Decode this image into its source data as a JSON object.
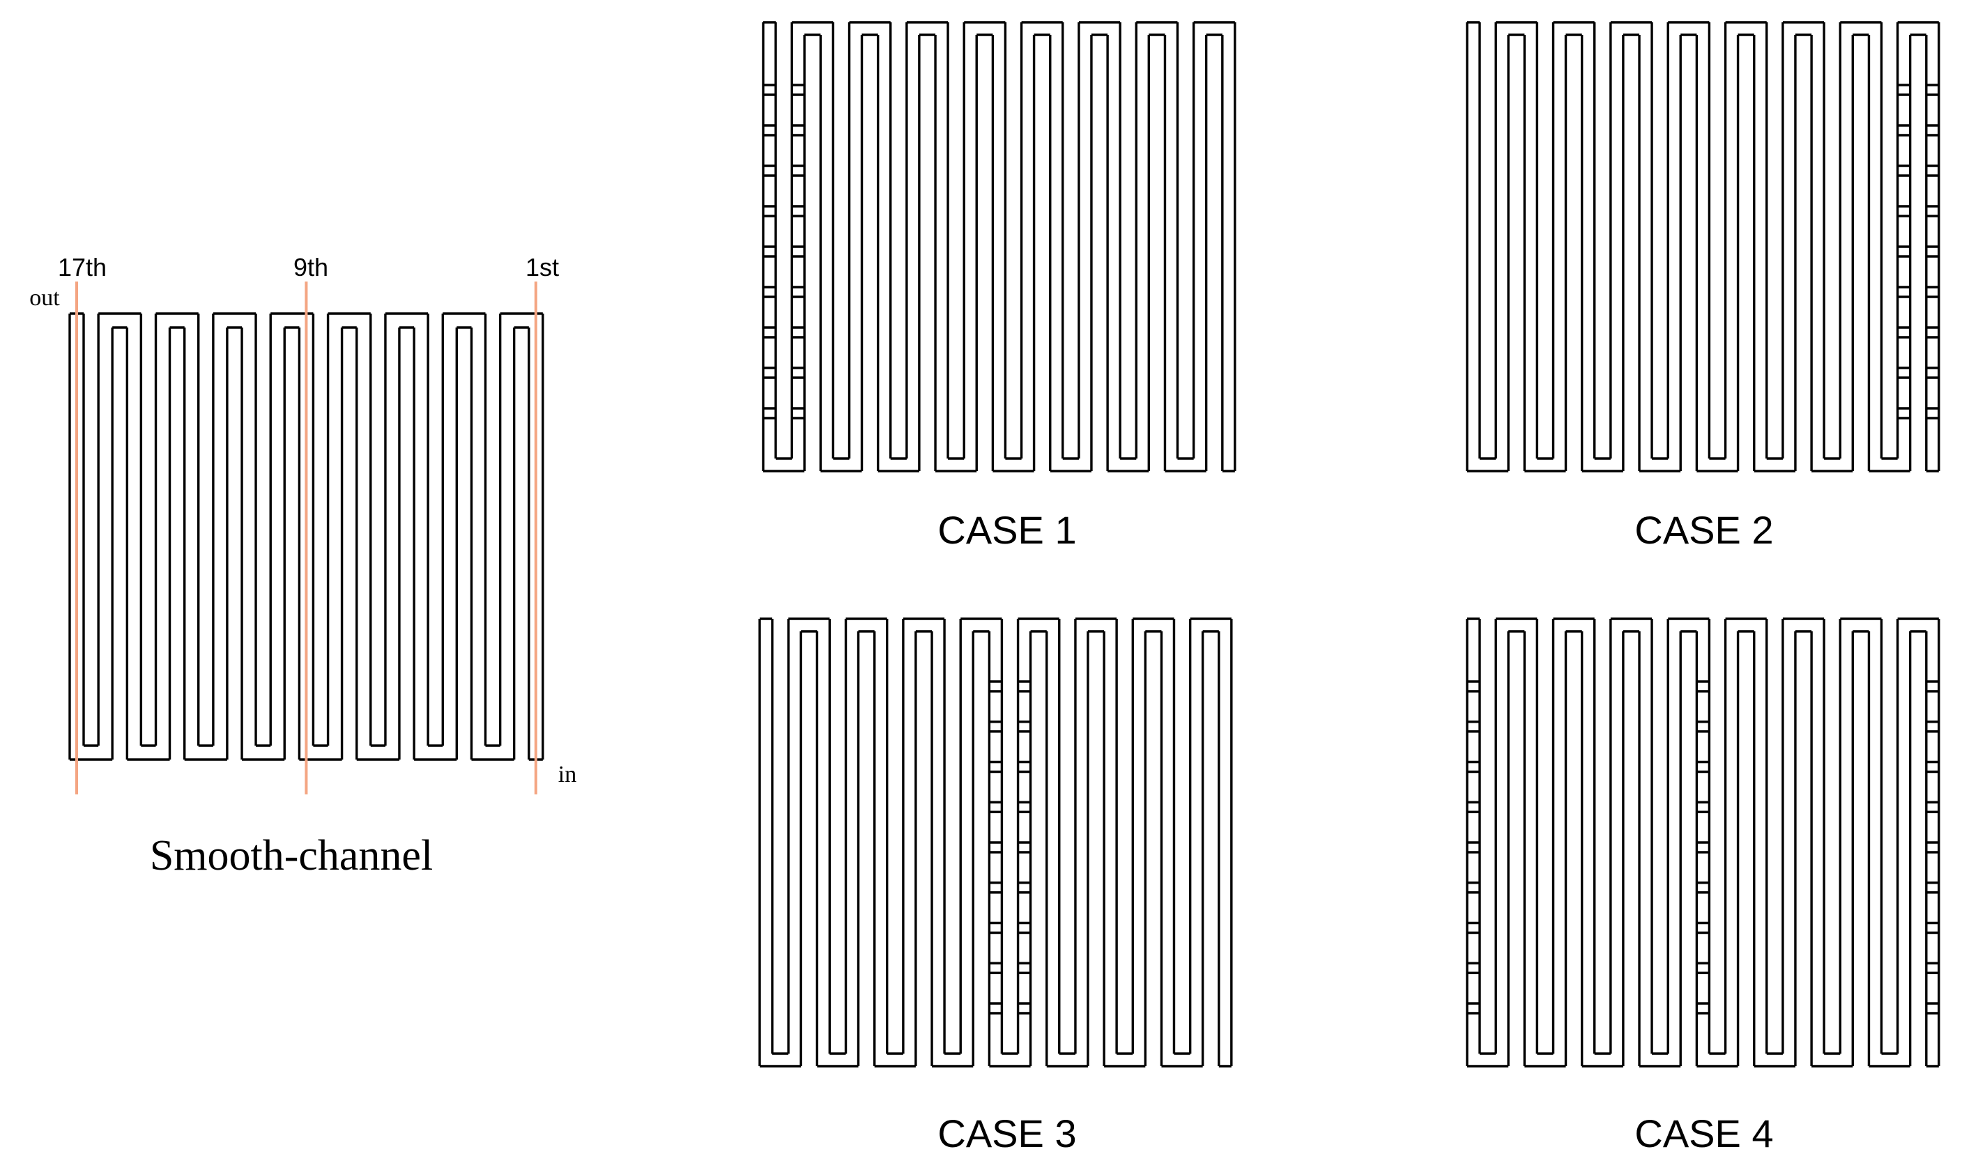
{
  "colors": {
    "channel_stroke": "#000000",
    "marker_line": "#f4a582",
    "background": "#ffffff"
  },
  "smooth": {
    "caption": "Smooth-channel",
    "inlet_label": "in",
    "outlet_label": "out",
    "markers": [
      {
        "label": "17th",
        "pass_index": 17
      },
      {
        "label": "9th",
        "pass_index": 9
      },
      {
        "label": "1st",
        "pass_index": 1
      }
    ]
  },
  "cases": [
    {
      "caption": "CASE 1",
      "modified_passes": [
        16,
        17
      ],
      "modified_description": "outlet-side passes"
    },
    {
      "caption": "CASE 2",
      "modified_passes": [
        1,
        2
      ],
      "modified_description": "inlet-side passes"
    },
    {
      "caption": "CASE 3",
      "modified_passes": [
        8,
        9
      ],
      "modified_description": "middle passes"
    },
    {
      "caption": "CASE 4",
      "modified_passes": [
        1,
        9,
        17
      ],
      "modified_description": "inlet, middle and outlet passes"
    }
  ],
  "channel": {
    "pass_count": 17
  }
}
